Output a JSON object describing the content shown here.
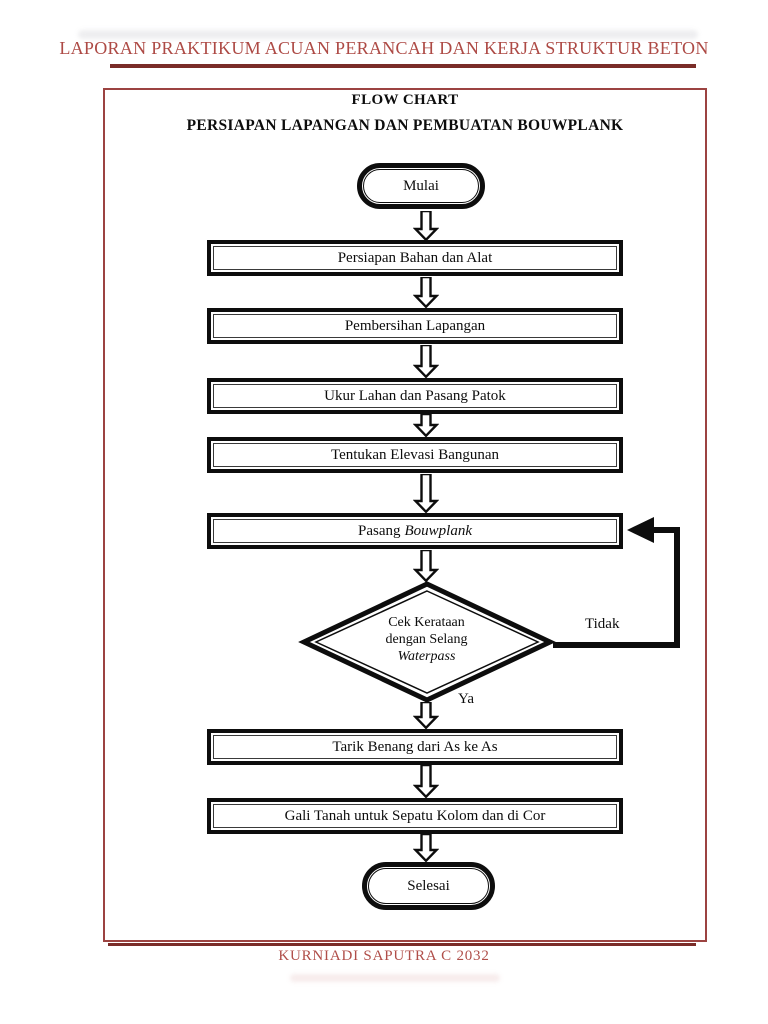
{
  "document": {
    "header_title": "LAPORAN PRAKTIKUM ACUAN PERANCAH DAN KERJA STRUKTUR BETON",
    "footer_text": "KURNIADI SAPUTRA C 2032"
  },
  "colors": {
    "header_red": "#ad4a45",
    "rule_maroon": "#7a2c28",
    "frame_maroon": "#9c4341",
    "ink_black": "#0d0d0d"
  },
  "flowchart": {
    "title": "FLOW CHART",
    "subtitle": "PERSIAPAN LAPANGAN DAN PEMBUATAN BOUWPLANK",
    "terminator_start": "Mulai",
    "terminator_end": "Selesai",
    "boxes": {
      "box1": "Persiapan Bahan dan Alat",
      "box2": "Pembersihan Lapangan",
      "box3": "Ukur Lahan dan Pasang Patok",
      "box4": "Tentukan Elevasi Bangunan",
      "box5_prefix": "Pasang",
      "box5_italic": "Bouwplank",
      "box6": "Tarik Benang dari As ke As",
      "box7": "Gali Tanah untuk Sepatu Kolom dan di Cor"
    },
    "decision": {
      "line1": "Cek Kerataan",
      "line2": "dengan Selang",
      "line3_italic": "Waterpass"
    },
    "branch_labels": {
      "no": "Tidak",
      "yes": "Ya"
    }
  }
}
